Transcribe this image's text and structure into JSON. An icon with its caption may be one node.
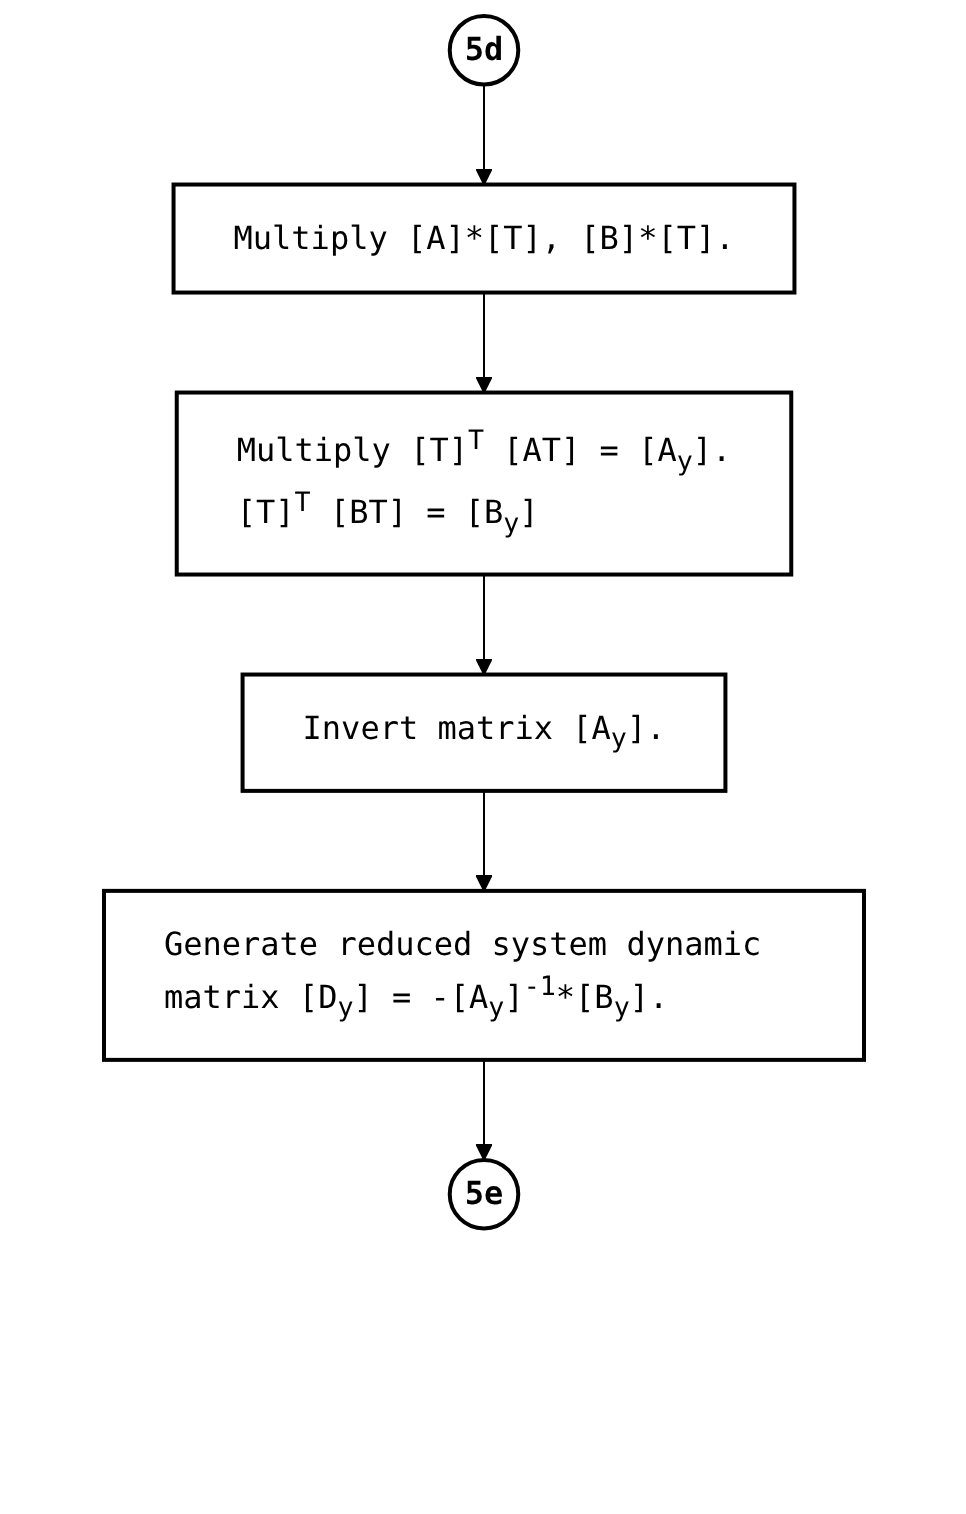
{
  "diagram": {
    "nodes": [
      {
        "text": [
          "5d"
        ]
      },
      {
        "text": [
          "Multiply [A]*[T], [B]*[T]."
        ]
      },
      {
        "text": [
          "Multiply [T]$^{T}$ [AT] = [A$_{y}$].",
          "[T]$^{T}$ [BT] = [B$_{y}$]"
        ]
      },
      {
        "text": [
          "Invert matrix [A$_{y}$]."
        ]
      },
      {
        "text": [
          "Generate reduced system dynamic matrix [D$_{y}$] = -[A$_{y}$]$^{-1}$*[B$_{y}$]."
        ]
      },
      {
        "text": [
          "5e"
        ]
      }
    ],
    "edges": [
      {
        "from": 0,
        "to": 1,
        "arrow": "to"
      },
      {
        "from": 1,
        "to": 2,
        "arrow": "to"
      },
      {
        "from": 2,
        "to": 3,
        "arrow": "to"
      },
      {
        "from": 3,
        "to": 4,
        "arrow": "to"
      },
      {
        "from": 4,
        "to": 5,
        "arrow": "to"
      }
    ]
  }
}
